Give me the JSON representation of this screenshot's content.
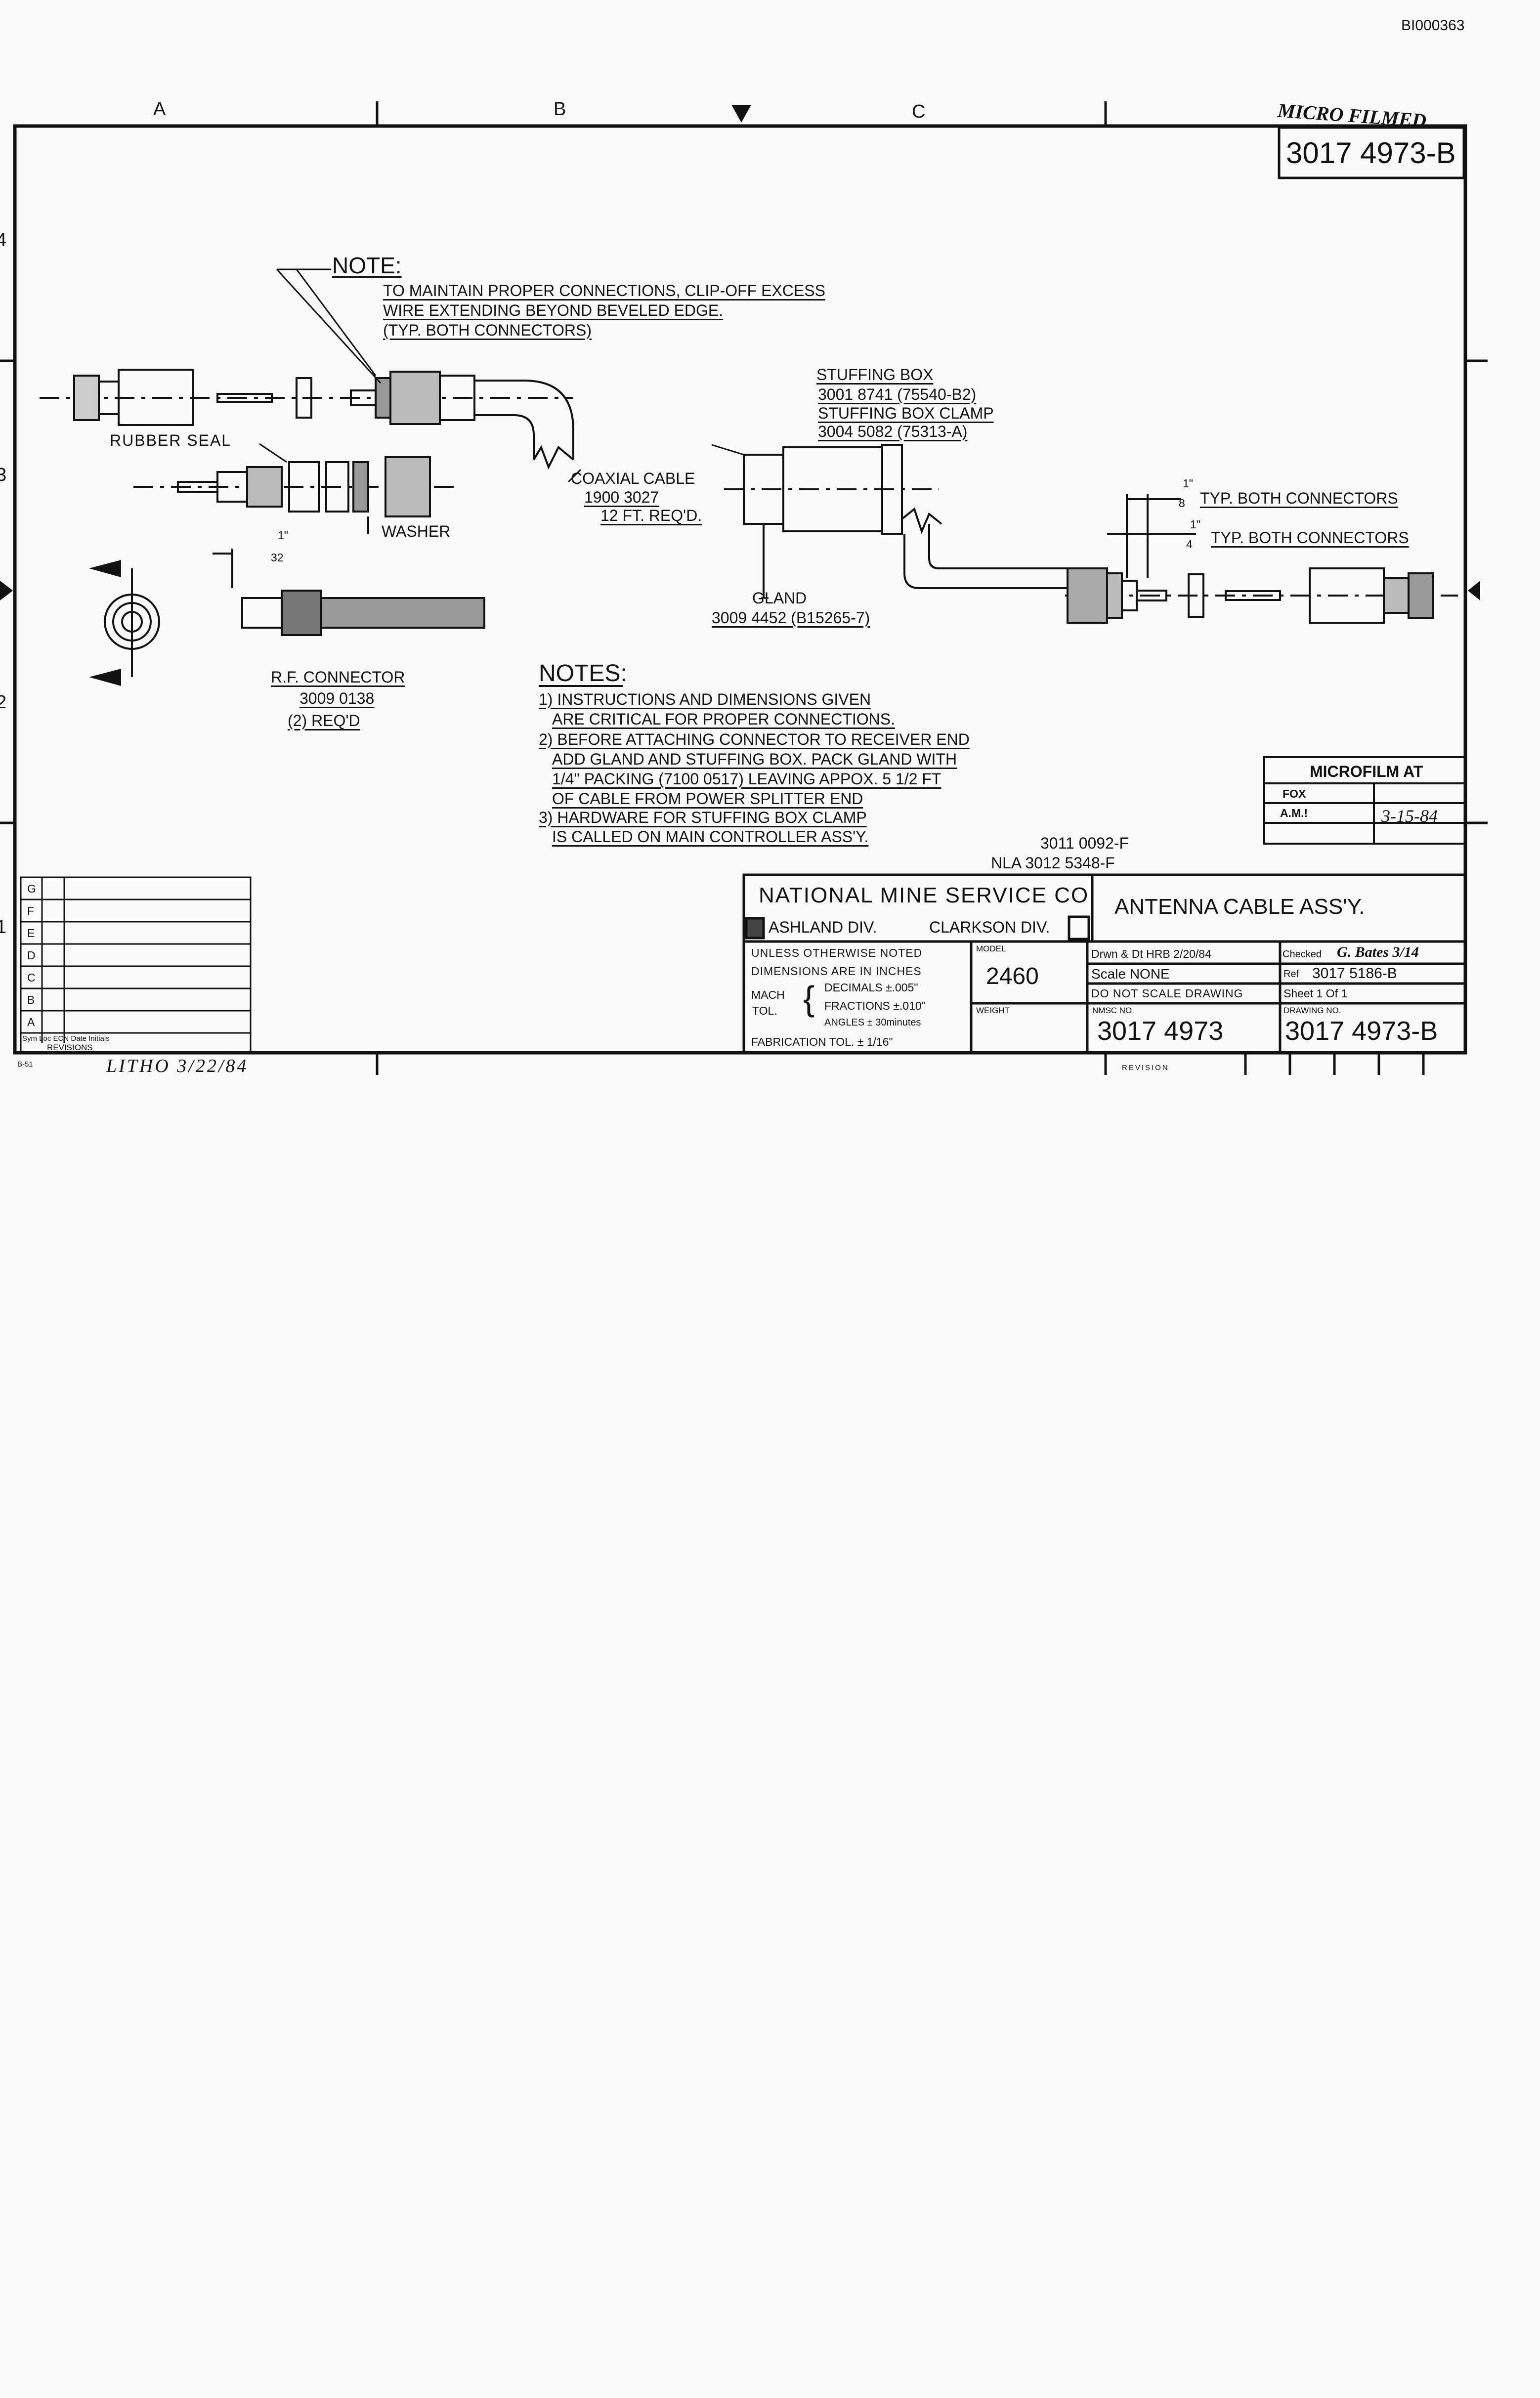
{
  "page": {
    "doc_id": "BI000363",
    "microfilmed_stamp": "MICRO FILMED",
    "grid_columns": [
      "A",
      "B",
      "C"
    ],
    "grid_rows": [
      "4",
      "3",
      "2",
      "1"
    ]
  },
  "drawing_number_box": "3017 4973-B",
  "note_top": {
    "title": "NOTE:",
    "lines": [
      "TO MAINTAIN PROPER CONNECTIONS, CLIP-OFF EXCESS",
      "WIRE EXTENDING BEYOND BEVELED EDGE.",
      "(TYP. BOTH CONNECTORS)"
    ]
  },
  "labels": {
    "rubber_seal": "RUBBER  SEAL",
    "washer": "WASHER",
    "dim_1_32_num": "1\"",
    "dim_1_32_den": "32",
    "rf_connector": [
      "R.F. CONNECTOR",
      "3009 0138",
      "(2) REQ'D"
    ],
    "coaxial_cable": [
      "COAXIAL CABLE",
      "1900 3027",
      "12 FT. REQ'D."
    ],
    "stuffing_box": [
      "STUFFING BOX",
      "3001 8741 (75540-B2)",
      "STUFFING BOX CLAMP",
      "3004 5082 (75313-A)"
    ],
    "gland": [
      "GLAND",
      "3009 4452 (B15265-7)"
    ],
    "dim_1_8_num": "1\"",
    "dim_1_8_den": "8",
    "dim_1_8_text": "TYP.  BOTH  CONNECTORS",
    "dim_1_4_num": "1\"",
    "dim_1_4_den": "4",
    "dim_1_4_text": "TYP.  BOTH  CONNECTORS"
  },
  "notes": {
    "title": "NOTES:",
    "lines": [
      "1) INSTRUCTIONS AND DIMENSIONS GIVEN",
      "ARE CRITICAL FOR PROPER CONNECTIONS.",
      "2) BEFORE  ATTACHING CONNECTOR TO RECEIVER END",
      "ADD GLAND AND STUFFING BOX. PACK GLAND WITH",
      "1/4\" PACKING (7100 0517) LEAVING APPOX. 5 1/2 FT",
      "OF CABLE FROM POWER SPLITTER END",
      "3) HARDWARE FOR STUFFING BOX CLAMP",
      "IS CALLED ON MAIN CONTROLLER ASS'Y."
    ]
  },
  "refs": [
    "3011 0092-F",
    "NLA  3012 5348-F"
  ],
  "microfilm": {
    "title": "MICROFILM  AT",
    "fox": "FOX",
    "am": "A.M.!",
    "date": "3-15-84"
  },
  "revisions": {
    "rows": [
      "G",
      "F",
      "E",
      "D",
      "C",
      "B",
      "A"
    ],
    "header": "Sym  Loc  ECN  Date  Initials",
    "footer": "REVISIONS"
  },
  "title_block": {
    "company": "NATIONAL MINE SERVICE CO.",
    "division_left": "ASHLAND DIV.",
    "division_right": "CLARKSON DIV.",
    "title": "ANTENNA CABLE ASS'Y.",
    "unless_noted": "UNLESS OTHERWISE NOTED",
    "dimensions": "DIMENSIONS ARE IN INCHES",
    "mach_tol": [
      "MACH",
      "TOL."
    ],
    "decimals": "DECIMALS ±.005\"",
    "fractions": "FRACTIONS ±.010\"",
    "angles": "ANGLES ± 30minutes",
    "fabrication": "FABRICATION TOL. ± 1/16\"",
    "model_label": "MODEL",
    "model": "2460",
    "weight_label": "WEIGHT",
    "drawn": "Drwn & Dt  HRB   2/20/84",
    "checked_label": "Checked",
    "checked_sig": "G. Bates  3/14",
    "scale": "Scale  NONE",
    "ref_label": "Ref",
    "ref": "3017 5186-B",
    "do_not_scale": "DO NOT SCALE DRAWING",
    "sheet": "Sheet  1     Of  1",
    "nmsc_label": "NMSC NO.",
    "nmsc_no": "3017  4973",
    "drawing_label": "DRAWING NO.",
    "drawing_no": "3017 4973-B"
  },
  "bottom": {
    "form": "B-51",
    "litho": "LITHO  3/22/84",
    "revision": "REVISION"
  }
}
